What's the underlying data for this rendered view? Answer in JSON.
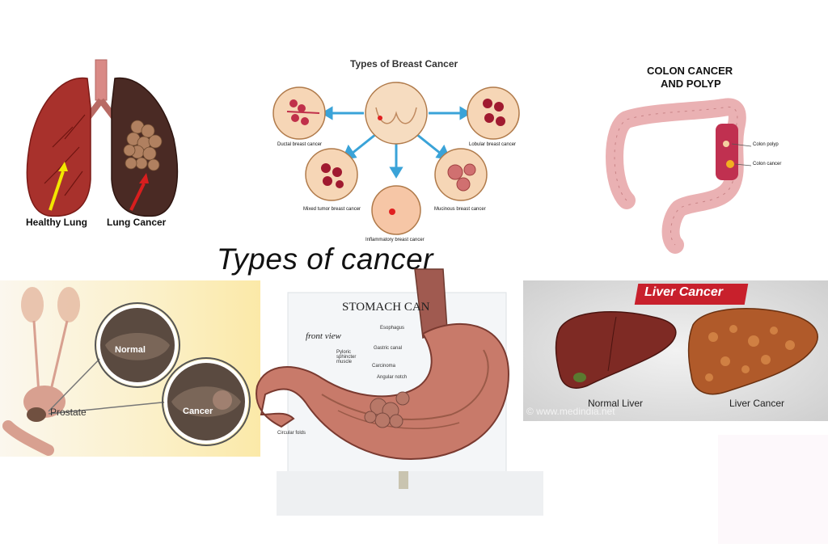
{
  "title": "Types of cancer",
  "lung": {
    "healthy_label": "Healthy Lung",
    "cancer_label": "Lung Cancer",
    "healthy_arrow_color": "#f2e600",
    "cancer_arrow_color": "#d81e1e"
  },
  "breast": {
    "title": "Types of Breast Cancer",
    "ductal": "Ductal breast cancer",
    "lobular": "Lobular breast cancer",
    "mixed": "Mixed tumor breast cancer",
    "mucinous": "Mucinous breast cancer",
    "inflammatory": "Inflammatory breast cancer",
    "arrow_color": "#3aa3d8"
  },
  "colon": {
    "title_line1": "COLON CANCER",
    "title_line2": "AND POLYP",
    "polyp_label": "Colon polyp",
    "cancer_label": "Colon cancer"
  },
  "prostate": {
    "prostate_label": "Prostate",
    "normal_label": "Normal",
    "cancer_label": "Cancer"
  },
  "stomach": {
    "title": "STOMACH CAN",
    "front_view": "front view",
    "esophagus": "Esophagus",
    "gastric_canal": "Gastric canal",
    "pyloric": "Pyloric sphincter muscle",
    "carcinoma": "Carcinoma",
    "angular_notch": "Angular notch",
    "circular_folds": "Circular folds"
  },
  "liver": {
    "banner": "Liver Cancer",
    "normal_label": "Normal Liver",
    "cancer_label": "Liver Cancer",
    "watermark": "© www.medindia.net",
    "banner_color": "#c8202c"
  }
}
